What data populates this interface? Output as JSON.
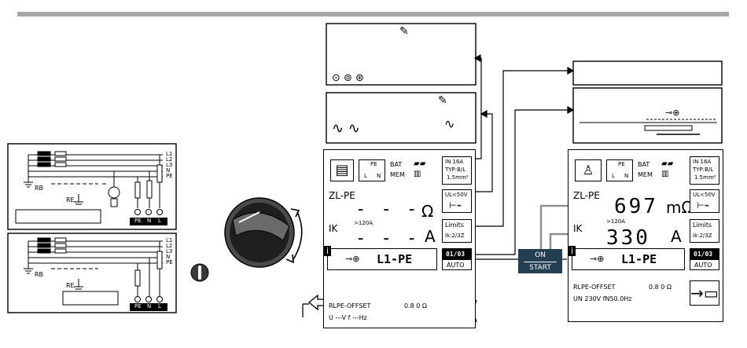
{
  "wiring": {
    "conductor_labels": [
      "L1",
      "L2",
      "L3",
      "N",
      "PE"
    ],
    "rb_label": "RB",
    "re_label": "RE",
    "socket_labels": [
      "PE",
      "N",
      "L"
    ]
  },
  "icons": [
    "memo-icon",
    "wave-icon",
    "rotary-switch-icon",
    "socket-plug-icon",
    "arrow-right-icon",
    "save-icon",
    "person-icon",
    "battery-icon",
    "memory-icon"
  ],
  "left_screen": {
    "pe_ln": {
      "pe": "PE",
      "l": "L",
      "n": "N"
    },
    "bat": "BAT",
    "mem": "MEM",
    "in_box": {
      "l1": "IN 16A",
      "l2": "TYP:B/L",
      "l3": "1.5mm²"
    },
    "zl_label": "ZL-PE",
    "zl_value": "- - -",
    "zl_unit": "Ω",
    "ul_box": "UL<50V",
    "ik_label": "IK",
    "ik_hint": ">120A",
    "ik_value": "- - -",
    "ik_unit": "A",
    "limits": {
      "l1": "Limits",
      "l2": "Ik:2/3Z"
    },
    "mode": "L1-PE",
    "counter": "01/03",
    "auto": "AUTO",
    "offset_label": "RLPE-OFFSET",
    "offset_value": "0.8 0 Ω",
    "u_row": "U  ---V   f  ---Hz"
  },
  "right_screen": {
    "pe_ln": {
      "pe": "PE",
      "l": "L",
      "n": "N"
    },
    "bat": "BAT",
    "mem": "MEM",
    "in_box": {
      "l1": "IN 16A",
      "l2": "TYP:B/L",
      "l3": "1.5mm²"
    },
    "zl_label": "ZL-PE",
    "zl_value": "697",
    "zl_unit": "mΩ",
    "ul_box": "UL<50V",
    "ik_label": "IK",
    "ik_hint": ">120A",
    "ik_value": "330",
    "ik_unit": "A",
    "limits": {
      "l1": "Limits",
      "l2": "Ik:2/3Z"
    },
    "mode": "L1-PE",
    "counter": "01/03",
    "auto": "AUTO",
    "offset_label": "RLPE-OFFSET",
    "offset_value": "0.8 0 Ω",
    "u_row": "UN 230V    fN50.0Hz"
  },
  "on_button": {
    "on": "ON",
    "start": "START"
  },
  "colors": {
    "button": "#253f52",
    "bar": "#a7a7a7",
    "arrow_gray": "#8f8f8f"
  }
}
